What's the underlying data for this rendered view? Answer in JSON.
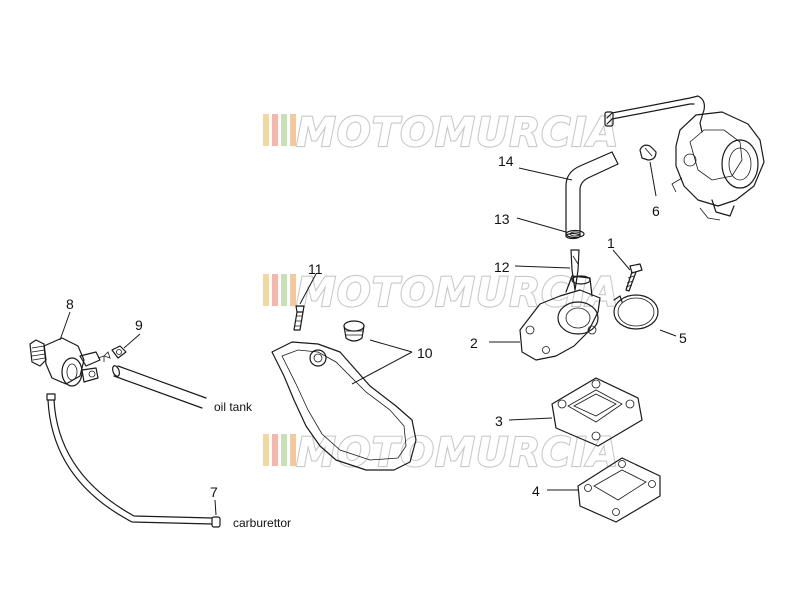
{
  "watermark": {
    "text": "MOTOMURCIA",
    "colors": [
      "#f2d7a0",
      "#f4b7a9",
      "#c7e0b8",
      "#f3c7a0"
    ]
  },
  "callouts": {
    "n1": "1",
    "n2": "2",
    "n3": "3",
    "n4": "4",
    "n5": "5",
    "n6": "6",
    "n7": "7",
    "n8": "8",
    "n9": "9",
    "n10": "10",
    "n11": "11",
    "n12": "12",
    "n13": "13",
    "n14": "14"
  },
  "notes": {
    "oil_tank": "oil tank",
    "carburettor": "carburettor"
  }
}
